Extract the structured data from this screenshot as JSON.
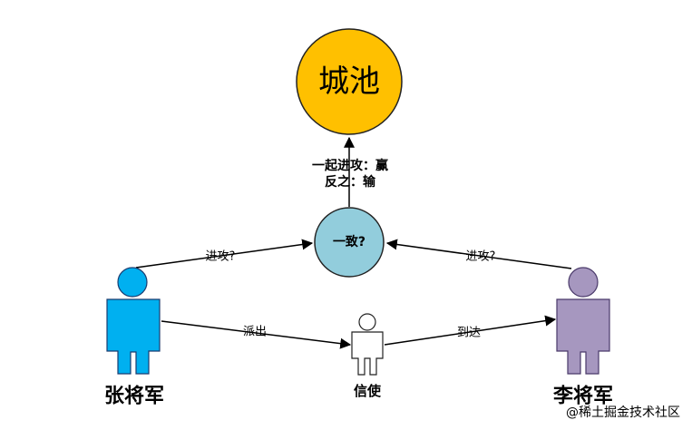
{
  "nodes": {
    "city": {
      "label": "城池",
      "color": "#FFC000"
    },
    "consensus": {
      "label": "一致?",
      "color": "#92CDDC"
    },
    "general_zhang": {
      "label": "张将军",
      "color": "#00B0F0"
    },
    "general_li": {
      "label": "李将军",
      "color": "#A697BF"
    },
    "messenger": {
      "label": "信使",
      "color": "#FFFFFF"
    }
  },
  "edges": {
    "consensus_to_city": {
      "line1": "一起进攻：赢",
      "line2": "反之：输"
    },
    "zhang_to_consensus": "进攻?",
    "li_to_consensus": "进攻?",
    "zhang_to_messenger": "派出",
    "messenger_to_li": "到达"
  },
  "watermark": "@稀土掘金技术社区"
}
